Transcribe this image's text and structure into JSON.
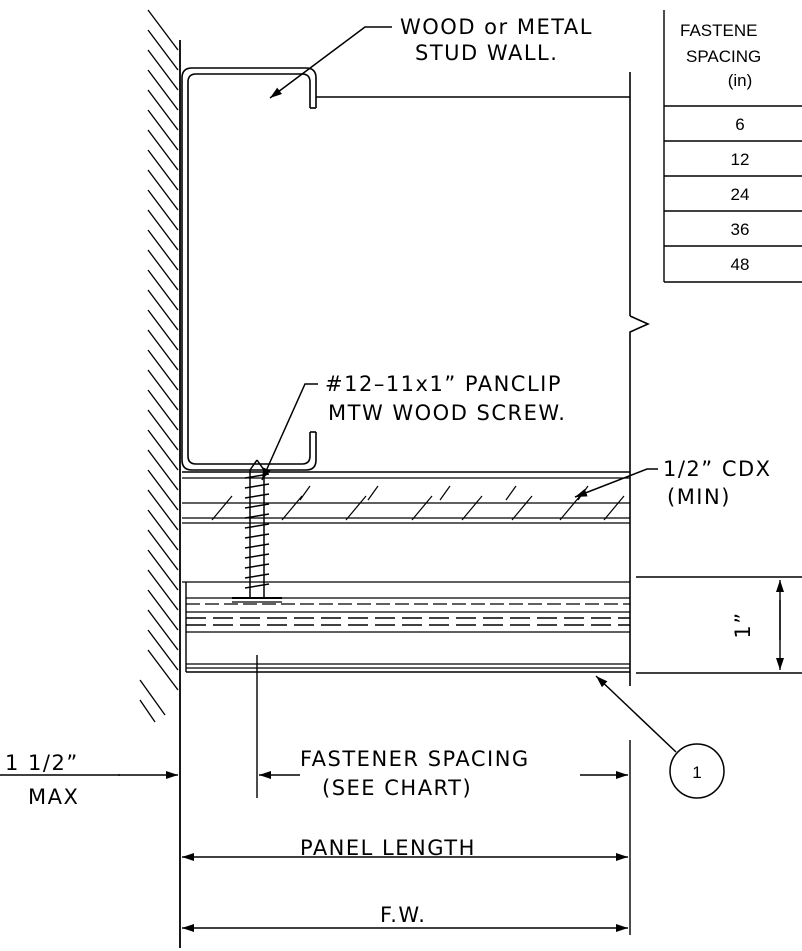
{
  "labels": {
    "stud_wall": [
      "WOOD or METAL",
      "STUD WALL."
    ],
    "screw": [
      "#12–11x1” PANCLIP",
      "MTW WOOD SCREW."
    ],
    "plywood": [
      "1/2” CDX",
      "(MIN)"
    ],
    "thickness": "1”",
    "offset": [
      "1 1/2”",
      "MAX"
    ],
    "fastener_spacing": [
      "FASTENER SPACING",
      "(SEE CHART)"
    ],
    "panel_length": "PANEL LENGTH",
    "fw": "F.W.",
    "callout": "1"
  },
  "table": {
    "header": [
      "FASTENE",
      "SPACING",
      "(in)"
    ],
    "rows": [
      "6",
      "12",
      "24",
      "36",
      "48"
    ]
  }
}
